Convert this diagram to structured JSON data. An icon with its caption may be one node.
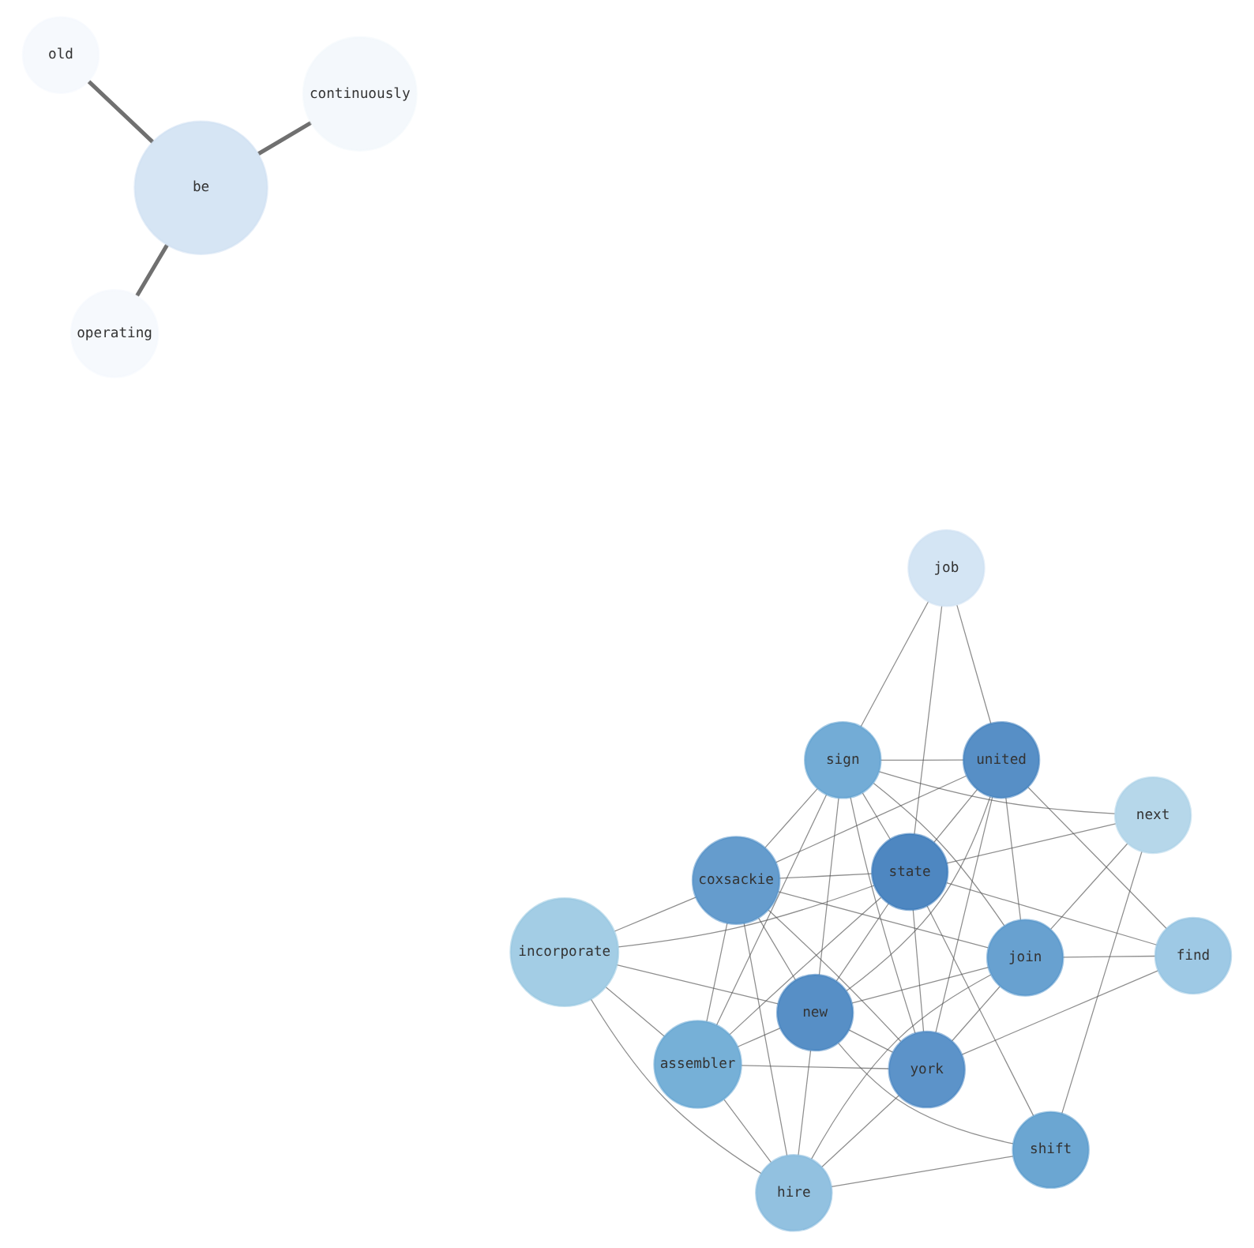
{
  "diagram": {
    "nodes": [
      {
        "text": [
          "hire"
        ]
      },
      {
        "text": [
          "incorporate"
        ]
      },
      {
        "text": [
          "coxsackie"
        ]
      },
      {
        "text": [
          "new"
        ]
      },
      {
        "text": [
          "york"
        ]
      },
      {
        "text": [
          "find"
        ]
      },
      {
        "text": [
          "assembler"
        ]
      },
      {
        "text": [
          "shift"
        ]
      },
      {
        "text": [
          "united"
        ]
      },
      {
        "text": [
          "join"
        ]
      },
      {
        "text": [
          "state"
        ]
      },
      {
        "text": [
          "sign"
        ]
      },
      {
        "text": [
          "next"
        ]
      },
      {
        "text": [
          "job"
        ]
      },
      {
        "text": [
          "operating"
        ]
      },
      {
        "text": [
          "be"
        ]
      },
      {
        "text": [
          "continuously"
        ]
      },
      {
        "text": [
          "old"
        ]
      }
    ],
    "edges": [
      {
        "from": 0,
        "to": 1,
        "arrow": "none"
      },
      {
        "from": 0,
        "to": 2,
        "arrow": "none"
      },
      {
        "from": 0,
        "to": 3,
        "arrow": "none"
      },
      {
        "from": 0,
        "to": 4,
        "arrow": "none"
      },
      {
        "from": 0,
        "to": 6,
        "arrow": "none"
      },
      {
        "from": 0,
        "to": 7,
        "arrow": "none"
      },
      {
        "from": 0,
        "to": 9,
        "arrow": "none"
      },
      {
        "from": 1,
        "to": 2,
        "arrow": "none"
      },
      {
        "from": 1,
        "to": 3,
        "arrow": "none"
      },
      {
        "from": 1,
        "to": 6,
        "arrow": "none"
      },
      {
        "from": 1,
        "to": 10,
        "arrow": "none"
      },
      {
        "from": 2,
        "to": 3,
        "arrow": "none"
      },
      {
        "from": 2,
        "to": 4,
        "arrow": "none"
      },
      {
        "from": 2,
        "to": 6,
        "arrow": "none"
      },
      {
        "from": 2,
        "to": 8,
        "arrow": "none"
      },
      {
        "from": 2,
        "to": 9,
        "arrow": "none"
      },
      {
        "from": 2,
        "to": 10,
        "arrow": "none"
      },
      {
        "from": 2,
        "to": 11,
        "arrow": "none"
      },
      {
        "from": 3,
        "to": 4,
        "arrow": "none"
      },
      {
        "from": 3,
        "to": 6,
        "arrow": "none"
      },
      {
        "from": 3,
        "to": 7,
        "arrow": "none"
      },
      {
        "from": 3,
        "to": 8,
        "arrow": "none"
      },
      {
        "from": 3,
        "to": 9,
        "arrow": "none"
      },
      {
        "from": 3,
        "to": 10,
        "arrow": "none"
      },
      {
        "from": 3,
        "to": 11,
        "arrow": "none"
      },
      {
        "from": 4,
        "to": 5,
        "arrow": "none"
      },
      {
        "from": 4,
        "to": 6,
        "arrow": "none"
      },
      {
        "from": 4,
        "to": 8,
        "arrow": "none"
      },
      {
        "from": 4,
        "to": 9,
        "arrow": "none"
      },
      {
        "from": 4,
        "to": 10,
        "arrow": "none"
      },
      {
        "from": 4,
        "to": 11,
        "arrow": "none"
      },
      {
        "from": 5,
        "to": 8,
        "arrow": "none"
      },
      {
        "from": 5,
        "to": 9,
        "arrow": "none"
      },
      {
        "from": 5,
        "to": 10,
        "arrow": "none"
      },
      {
        "from": 6,
        "to": 10,
        "arrow": "none"
      },
      {
        "from": 6,
        "to": 11,
        "arrow": "none"
      },
      {
        "from": 7,
        "to": 12,
        "arrow": "none"
      },
      {
        "from": 7,
        "to": 10,
        "arrow": "none"
      },
      {
        "from": 8,
        "to": 9,
        "arrow": "none"
      },
      {
        "from": 8,
        "to": 10,
        "arrow": "none"
      },
      {
        "from": 8,
        "to": 11,
        "arrow": "none"
      },
      {
        "from": 8,
        "to": 13,
        "arrow": "none"
      },
      {
        "from": 9,
        "to": 11,
        "arrow": "none"
      },
      {
        "from": 9,
        "to": 12,
        "arrow": "none"
      },
      {
        "from": 10,
        "to": 11,
        "arrow": "none"
      },
      {
        "from": 10,
        "to": 12,
        "arrow": "none"
      },
      {
        "from": 10,
        "to": 13,
        "arrow": "none"
      },
      {
        "from": 11,
        "to": 12,
        "arrow": "none"
      },
      {
        "from": 11,
        "to": 13,
        "arrow": "none"
      },
      {
        "from": 15,
        "to": 14,
        "arrow": "none",
        "style": "thick"
      },
      {
        "from": 15,
        "to": 16,
        "arrow": "none",
        "style": "thick"
      },
      {
        "from": 15,
        "to": 17,
        "arrow": "none",
        "style": "thick"
      }
    ]
  }
}
